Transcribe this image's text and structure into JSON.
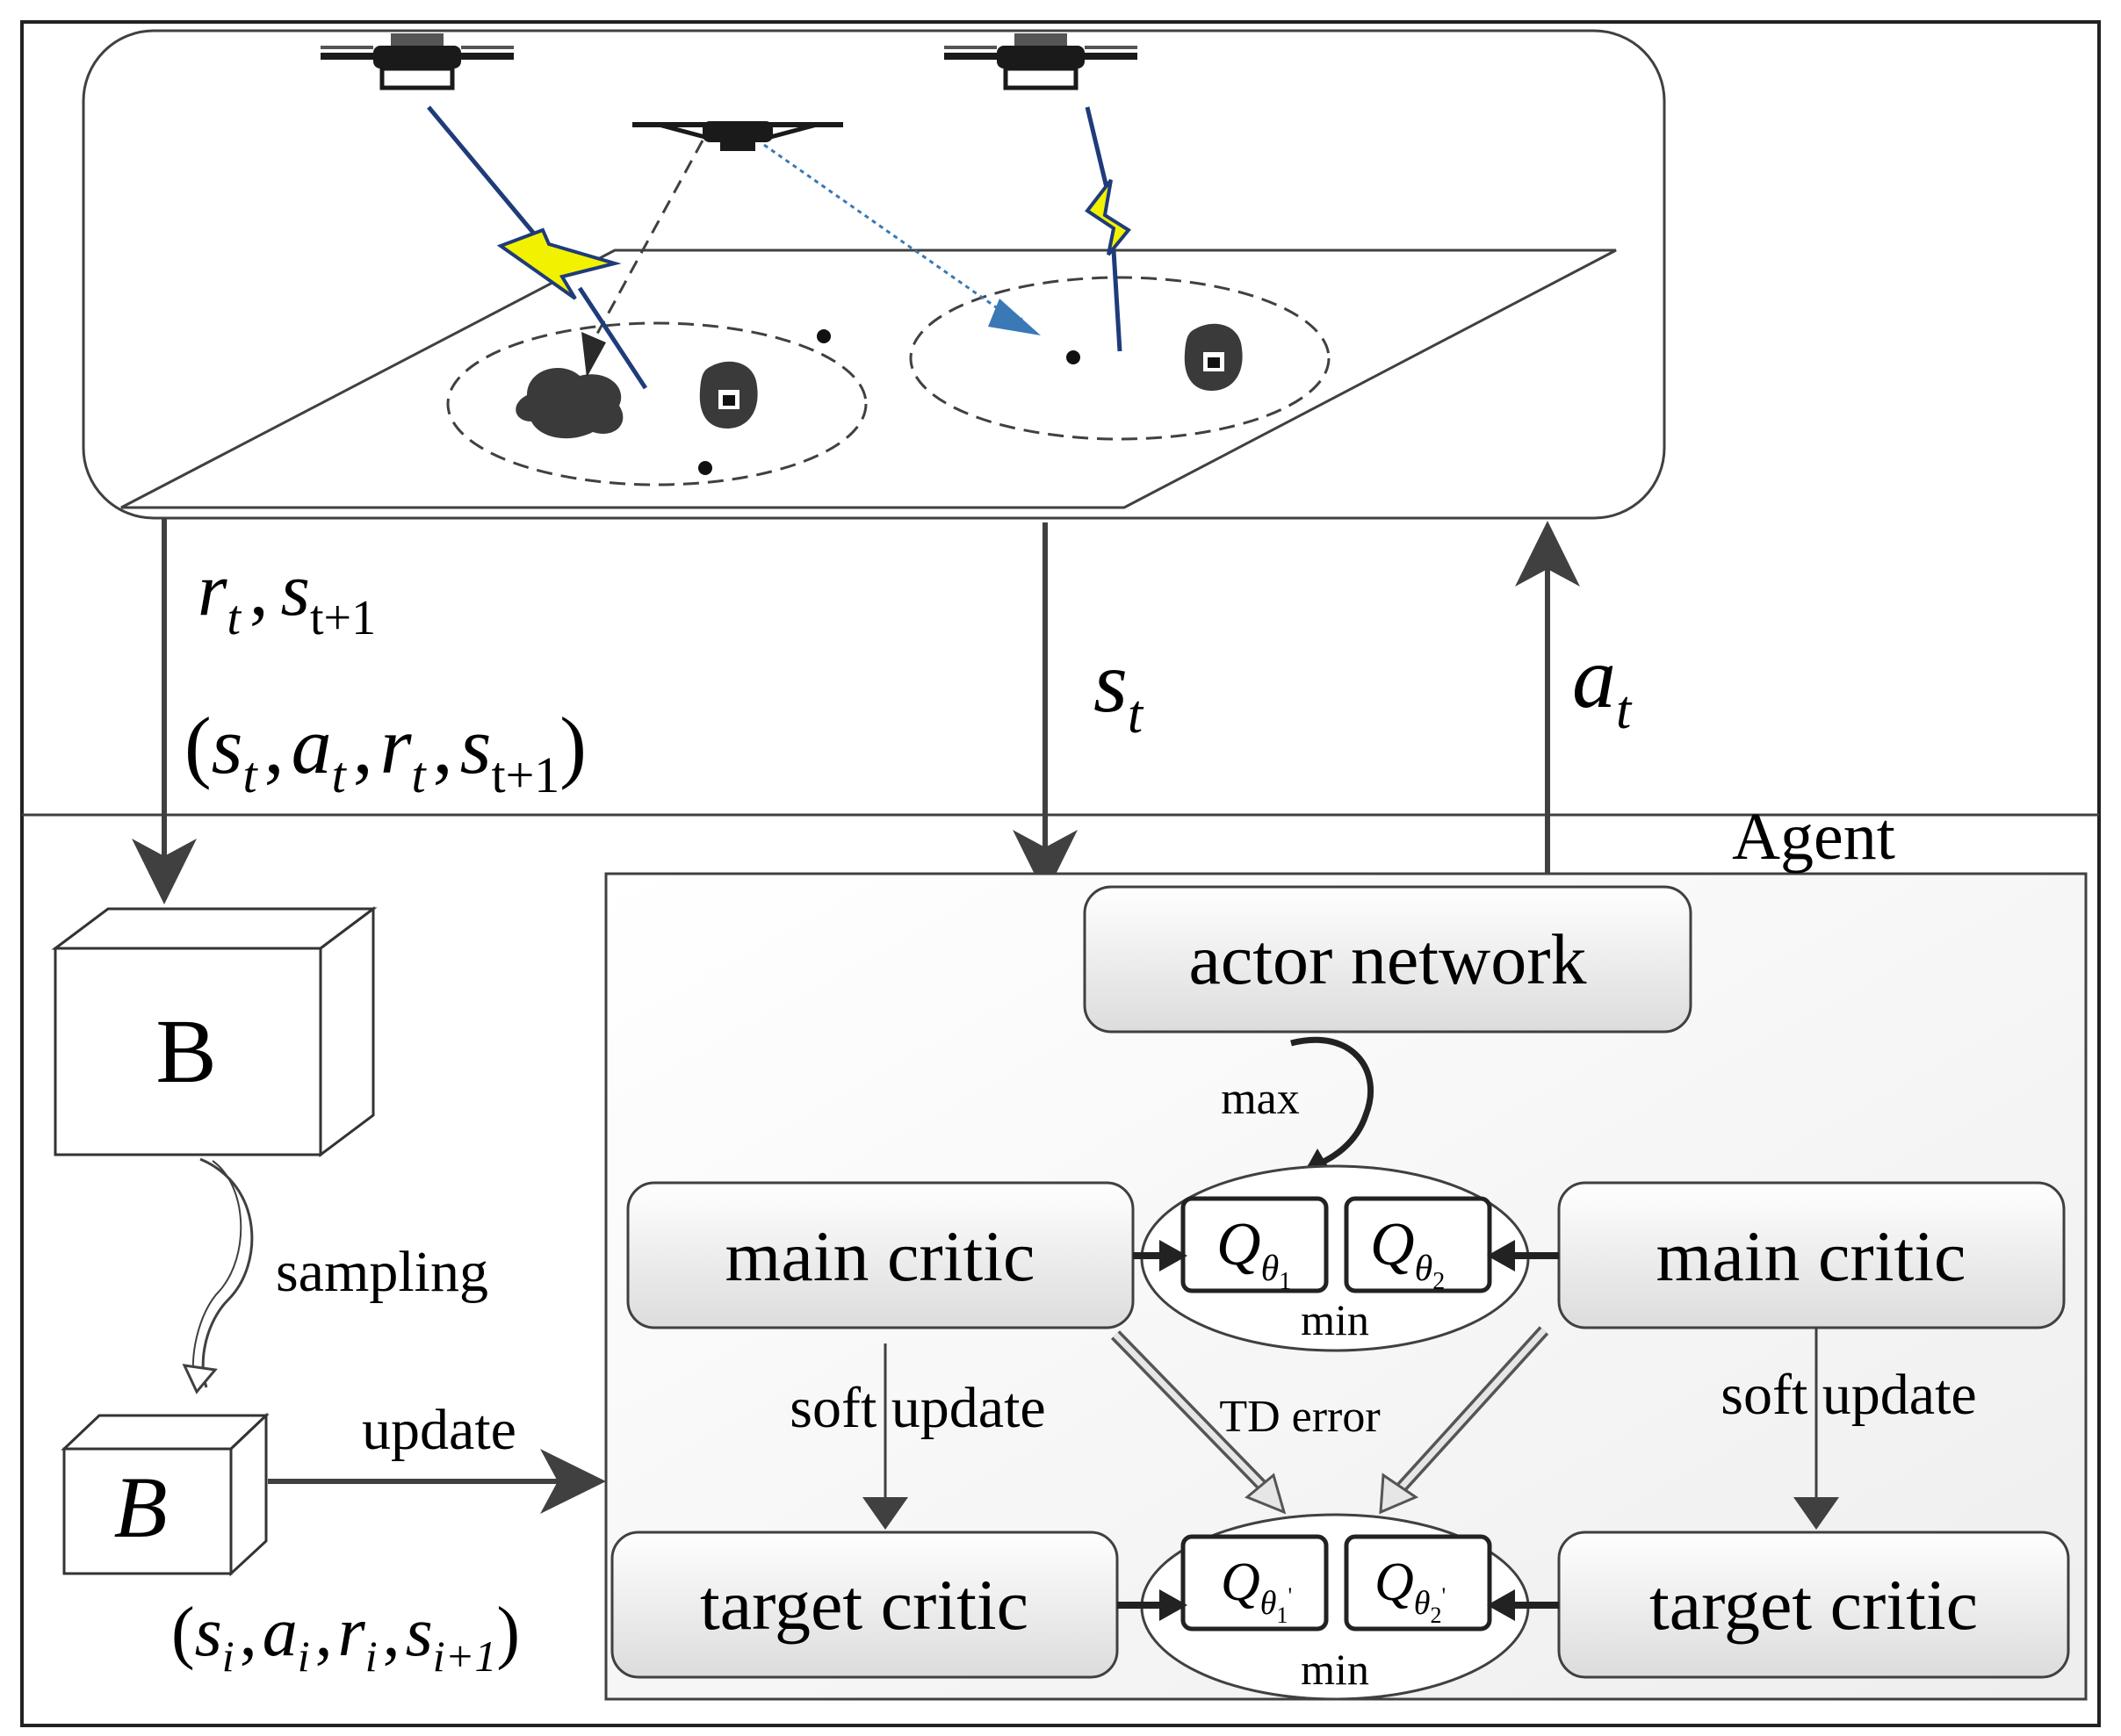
{
  "environment": {
    "label_reward_next_state": {
      "r": "r",
      "r_sub": "t",
      "comma": ",",
      "s": "s",
      "s_sub": "t+1"
    },
    "transition": {
      "open": "(",
      "s": "s",
      "s_sub": "t",
      "a": "a",
      "a_sub": "t",
      "r": "r",
      "r_sub": "t",
      "s2": "s",
      "s2_sub": "t+1",
      "close": ")",
      "comma": ","
    },
    "state": {
      "s": "s",
      "sub": "t"
    },
    "action": {
      "a": "a",
      "sub": "t"
    }
  },
  "agent": {
    "title": "Agent",
    "actor": "actor network",
    "max_label": "max",
    "main_critic_left": "main critic",
    "main_critic_right": "main critic",
    "target_critic_left": "target critic",
    "target_critic_right": "target critic",
    "soft_update_left": "soft update",
    "soft_update_right": "soft update",
    "td_error": "TD error",
    "min_top": "min",
    "min_bottom": "min",
    "q": "Q",
    "theta": "θ",
    "sub1": "1",
    "sub2": "2",
    "prime": "'"
  },
  "buffer": {
    "big_label": "B",
    "small_label": "B",
    "sampling": "sampling",
    "update": "update",
    "sample_tuple": {
      "open": "(",
      "s": "s",
      "a": "a",
      "r": "r",
      "i": "i",
      "s2": "s",
      "s2_sub": "i+1",
      "close": ")",
      "comma": ","
    }
  },
  "colors": {
    "line": "#404040",
    "lightning_fill": "#f2f200",
    "lightning_stroke": "#1f3b7a",
    "drone": "#1a1a1a",
    "arrow_blue": "#3a78b6",
    "box_gradient_top": "#ffffff",
    "box_gradient_bottom": "#e2e2e2"
  }
}
